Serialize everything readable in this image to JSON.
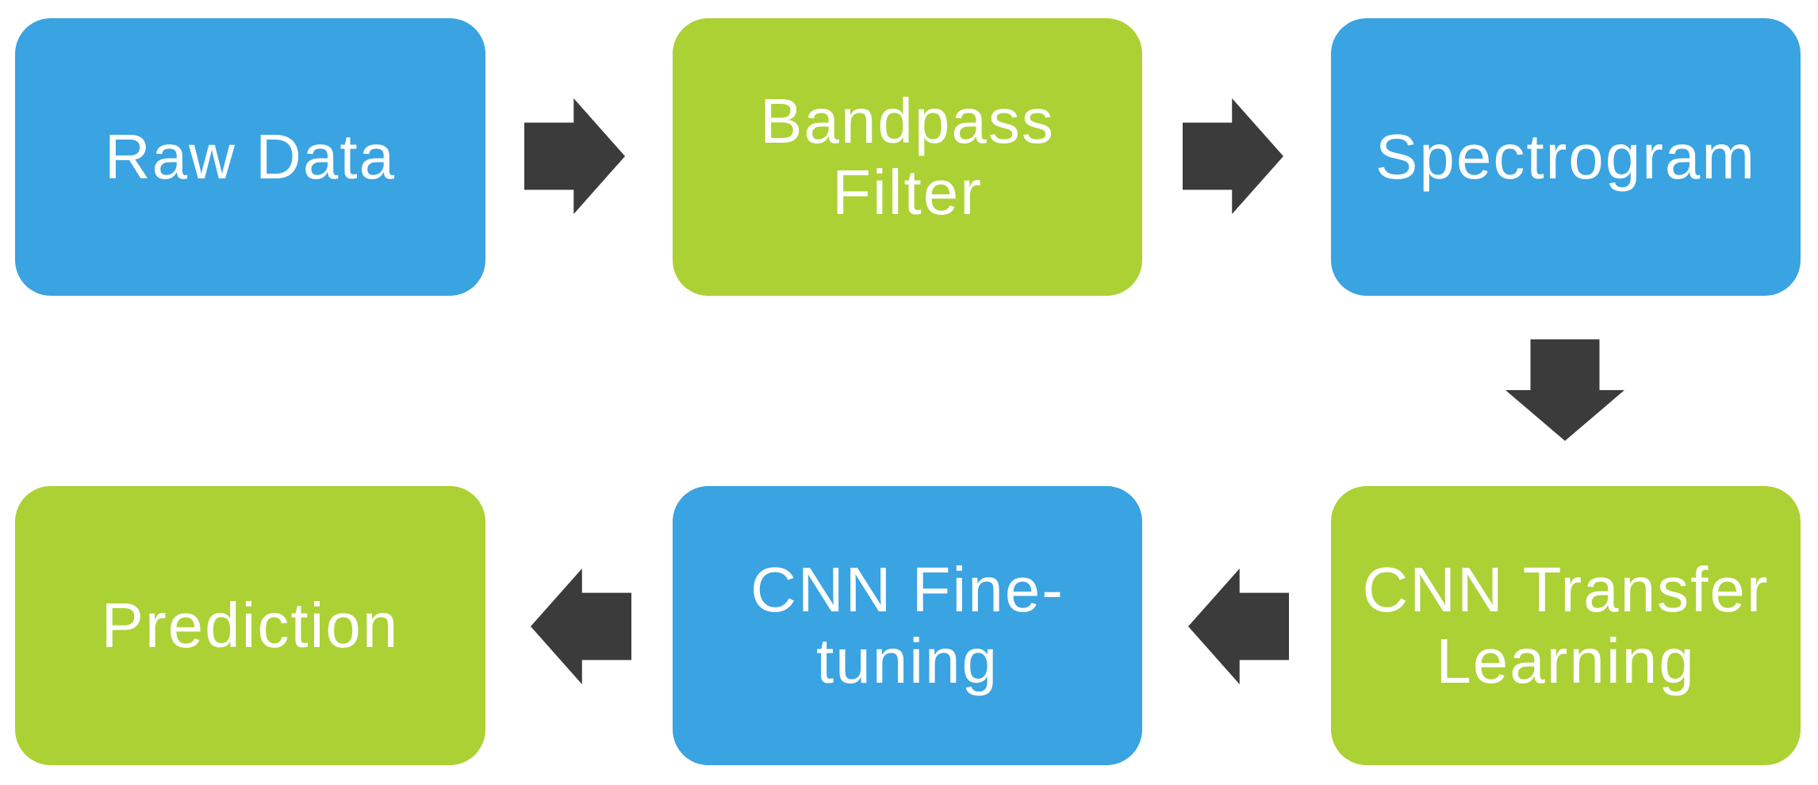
{
  "diagram": {
    "type": "process-flow",
    "nodes": [
      {
        "id": "raw-data",
        "label": "Raw Data",
        "color": "blue"
      },
      {
        "id": "bandpass-filter",
        "label": "Bandpass Filter",
        "color": "green"
      },
      {
        "id": "spectrogram",
        "label": "Spectrogram",
        "color": "blue"
      },
      {
        "id": "cnn-transfer-learning",
        "label": "CNN Transfer Learning",
        "color": "green"
      },
      {
        "id": "cnn-fine-tuning",
        "label": "CNN Fine-tuning",
        "color": "blue"
      },
      {
        "id": "prediction",
        "label": "Prediction",
        "color": "green"
      }
    ],
    "edges": [
      {
        "from": "raw-data",
        "to": "bandpass-filter",
        "direction": "right"
      },
      {
        "from": "bandpass-filter",
        "to": "spectrogram",
        "direction": "right"
      },
      {
        "from": "spectrogram",
        "to": "cnn-transfer-learning",
        "direction": "down"
      },
      {
        "from": "cnn-transfer-learning",
        "to": "cnn-fine-tuning",
        "direction": "left"
      },
      {
        "from": "cnn-fine-tuning",
        "to": "prediction",
        "direction": "left"
      }
    ],
    "colors": {
      "blue": "#3aa3e1",
      "green": "#abd134",
      "arrow": "#3b3b3b",
      "text": "#ffffff",
      "background": "#ffffff"
    }
  }
}
